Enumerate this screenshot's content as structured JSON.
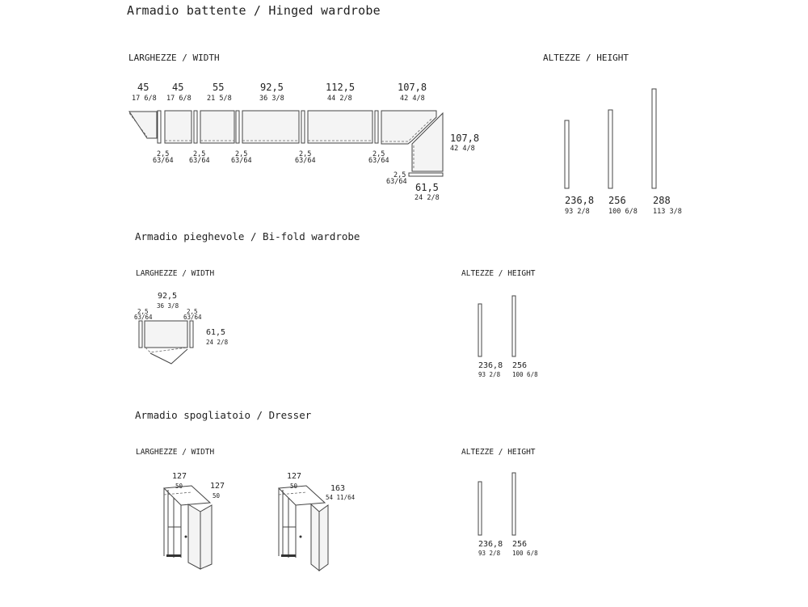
{
  "sections": [
    {
      "title": "Armadio battente / Hinged wardrobe",
      "width_label": "LARGHEZZE / WIDTH",
      "height_label": "ALTEZZE / HEIGHT",
      "widths": [
        {
          "cm": "45",
          "in": "17 6/8"
        },
        {
          "cm": "45",
          "in": "17 6/8"
        },
        {
          "cm": "55",
          "in": "21 5/8"
        },
        {
          "cm": "92,5",
          "in": "36 3/8"
        },
        {
          "cm": "112,5",
          "in": "44 2/8"
        },
        {
          "cm": "107,8",
          "in": "42 4/8"
        }
      ],
      "side_cm": "2,5",
      "side_in": "63/64",
      "corner_depth": {
        "cm": "107,8",
        "in": "42 4/8"
      },
      "corner_width": {
        "cm": "61,5",
        "in": "24 2/8"
      },
      "heights": [
        {
          "cm": "236,8",
          "in": "93 2/8"
        },
        {
          "cm": "256",
          "in": "100 6/8"
        },
        {
          "cm": "288",
          "in": "113 3/8"
        }
      ]
    },
    {
      "title": "Armadio pieghevole / Bi-fold wardrobe",
      "width_label": "LARGHEZZE / WIDTH",
      "height_label": "ALTEZZE / HEIGHT",
      "width_main": {
        "cm": "92,5",
        "in": "36 3/8"
      },
      "side_cm": "2,5",
      "side_in": "63/64",
      "width_side": {
        "cm": "61,5",
        "in": "24 2/8"
      },
      "heights": [
        {
          "cm": "236,8",
          "in": "93 2/8"
        },
        {
          "cm": "256",
          "in": "100 6/8"
        }
      ]
    },
    {
      "title": "Armadio spogliatoio / Dresser",
      "width_label": "LARGHEZZE / WIDTH",
      "height_label": "ALTEZZE / HEIGHT",
      "unit_a": {
        "front_cm": "127",
        "front_in": "50",
        "side_cm": "127",
        "side_in": "50"
      },
      "unit_b": {
        "front_cm": "127",
        "front_in": "50",
        "side_cm": "163",
        "side_in": "54 11/64"
      },
      "heights": [
        {
          "cm": "236,8",
          "in": "93 2/8"
        },
        {
          "cm": "256",
          "in": "100 6/8"
        }
      ]
    }
  ]
}
